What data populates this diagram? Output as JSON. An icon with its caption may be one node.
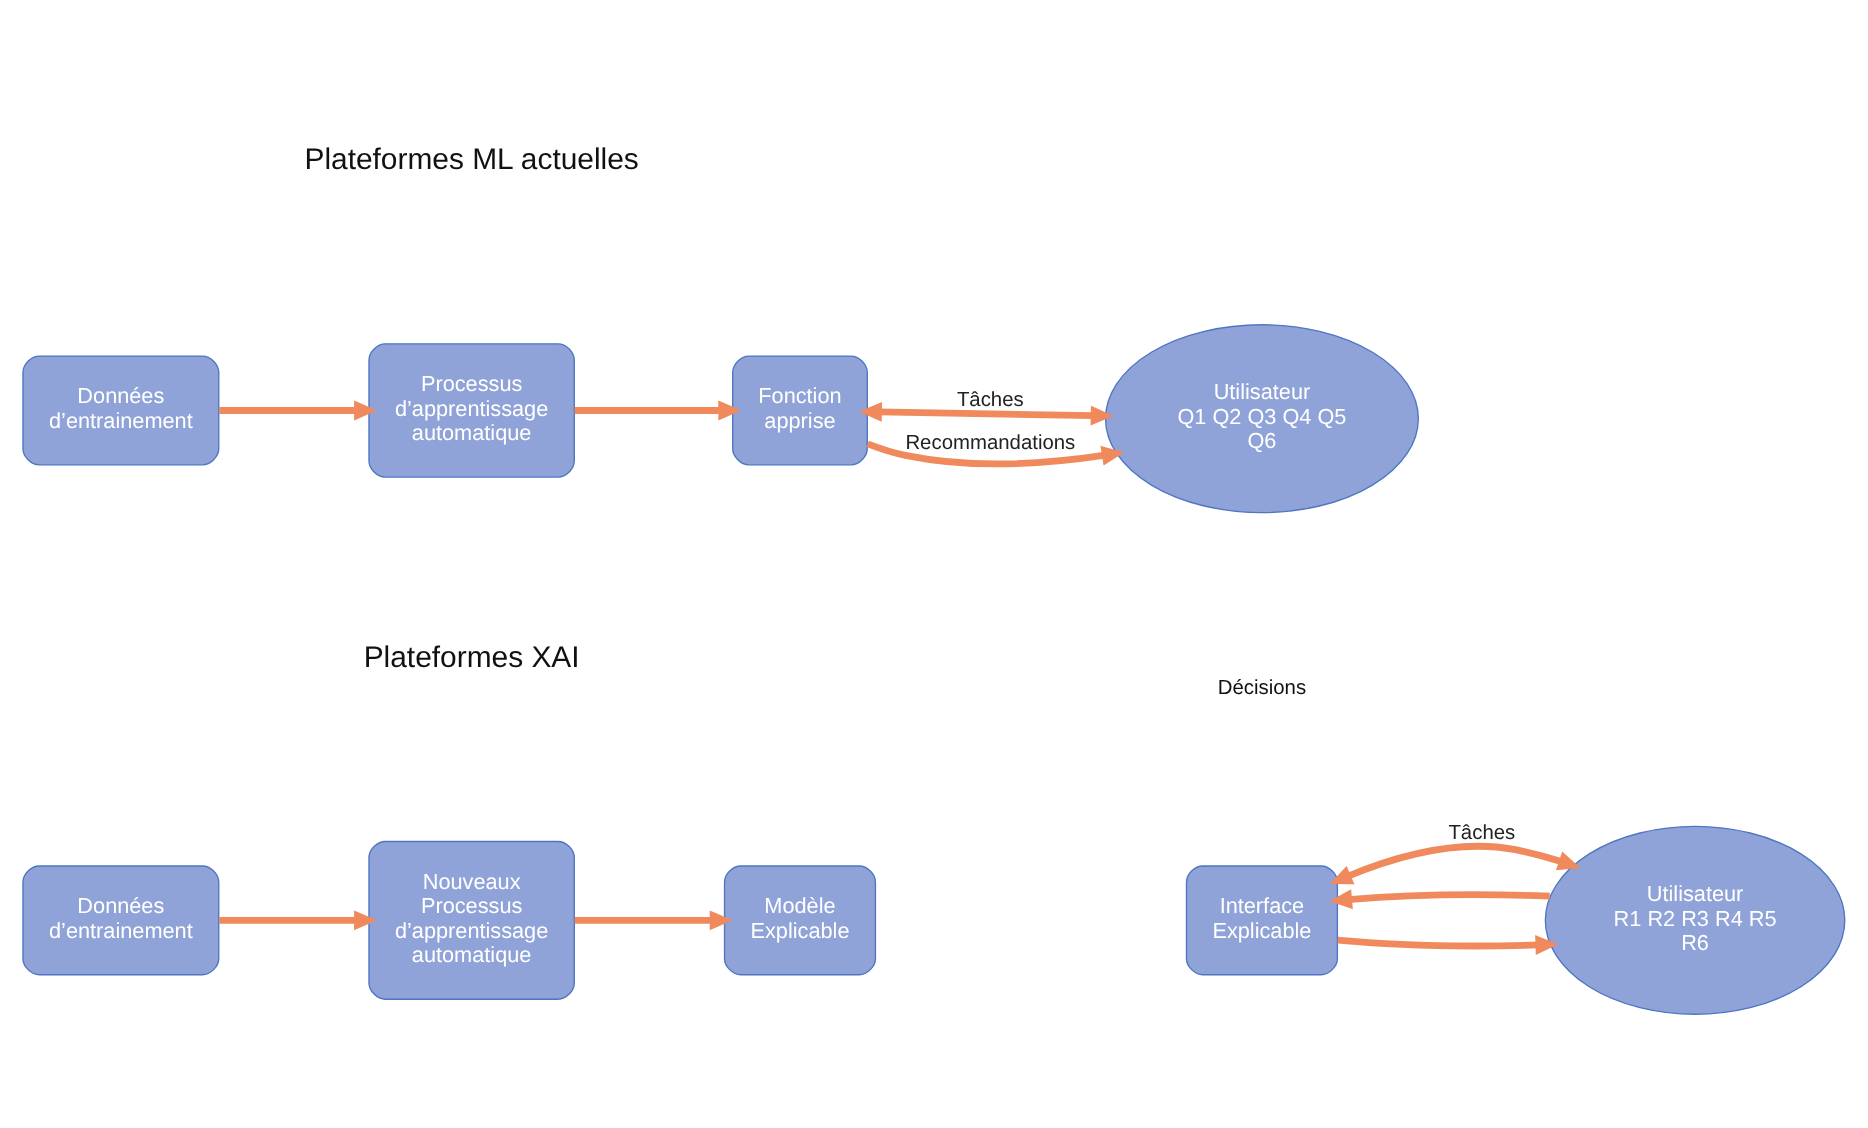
{
  "diagram": {
    "nodes": [
      {
        "text": [
          "Données d’entrainement"
        ]
      },
      {
        "text": [
          "Processus d’apprentissage automatique"
        ]
      },
      {
        "text": [
          "Fonction apprise"
        ]
      },
      {
        "text": [
          "Utilisateur",
          "Q1 Q2 Q3 Q4 Q5 Q6"
        ]
      },
      {
        "text": [
          "Données d’entrainement"
        ]
      },
      {
        "text": [
          "Nouveaux Processus d’apprentissage automatique"
        ]
      },
      {
        "text": [
          "Modèle Explicable"
        ]
      },
      {
        "text": [
          "Interface Explicable"
        ]
      },
      {
        "text": [
          "Utilisateur",
          "R1 R2 R3 R4 R5 R6"
        ]
      }
    ],
    "edges": [
      {
        "from": 0,
        "to": 1,
        "arrow": "to"
      },
      {
        "from": 1,
        "to": 2,
        "arrow": "to"
      },
      {
        "from": 2,
        "to": 3,
        "arrow": "both",
        "label": "Tâches"
      },
      {
        "from": 2,
        "to": 3,
        "arrow": "to",
        "label": "Recommandations"
      },
      {
        "from": 4,
        "to": 5,
        "arrow": "to"
      },
      {
        "from": 5,
        "to": 6,
        "arrow": "to"
      },
      {
        "from": 7,
        "to": 8,
        "arrow": "both",
        "label": "Tâches"
      },
      {
        "from": 7,
        "to": 8,
        "arrow": "to"
      },
      {
        "from": 8,
        "to": 7,
        "arrow": "to"
      }
    ],
    "labels": [
      "Plateformes ML actuelles",
      "Décisions",
      "Plateformes XAI"
    ]
  }
}
